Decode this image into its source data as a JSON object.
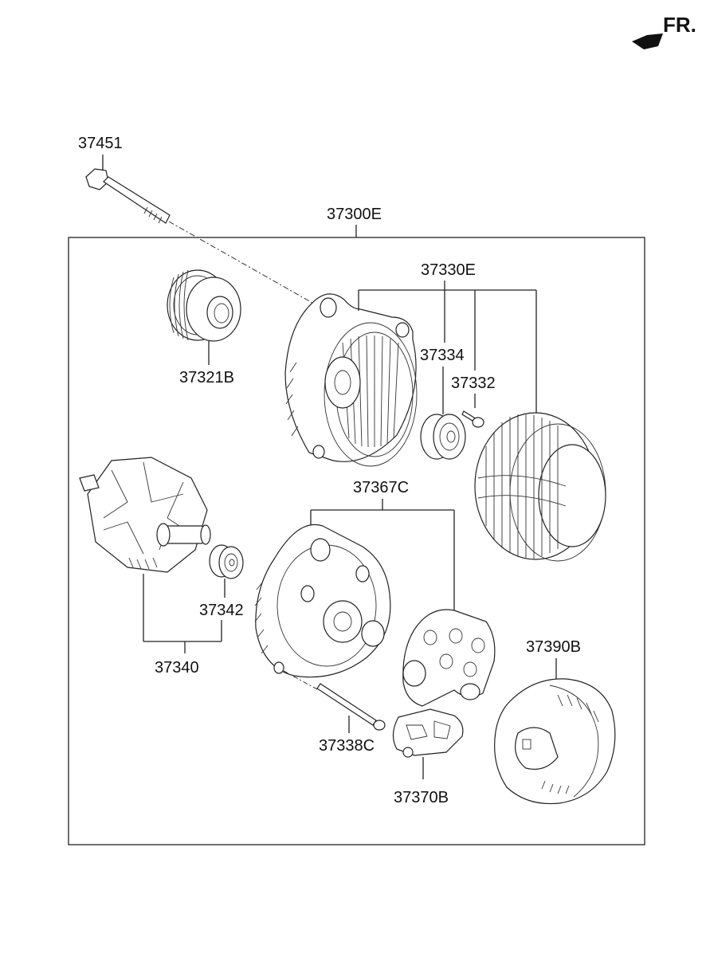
{
  "orientation": {
    "label": "FR."
  },
  "labels": {
    "bolt_through": "37451",
    "assembly": "37300E",
    "pulley": "37321B",
    "front_bracket_assy": "37330E",
    "bearing_front": "37334",
    "screw": "37332",
    "rotor": "37340",
    "bearing_rear": "37342",
    "rear_bracket_assy": "37367C",
    "rear_cover": "37390B",
    "bolt_rear": "37338C",
    "regulator": "37370B"
  },
  "colors": {
    "ink": "#222222",
    "background": "#ffffff"
  }
}
